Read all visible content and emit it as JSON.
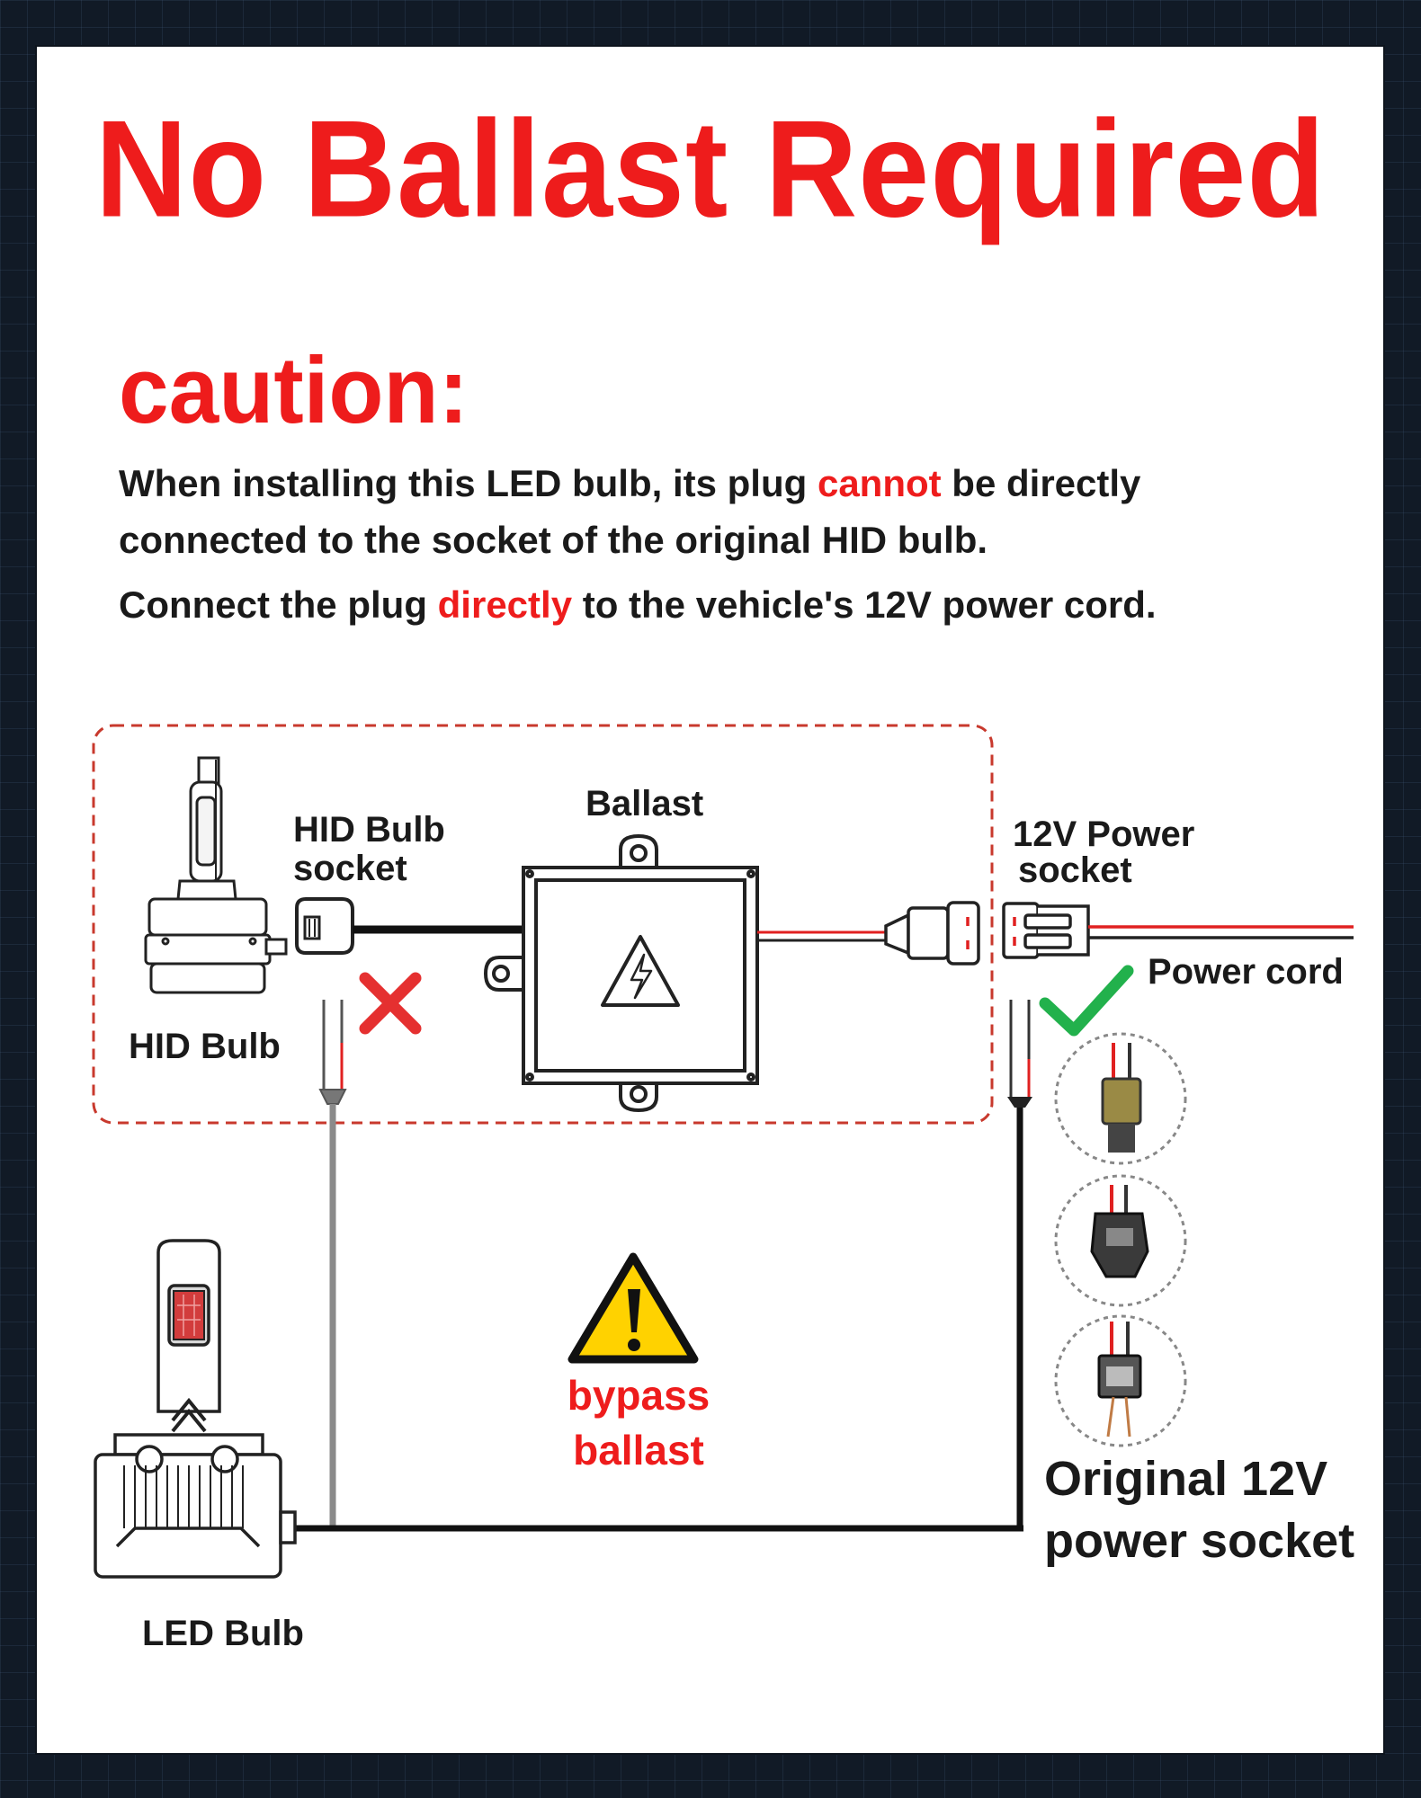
{
  "title": "No Ballast Required",
  "caution": {
    "heading": "caution:",
    "line1_a": "When installing this LED bulb, its plug ",
    "line1_red": "cannot",
    "line1_b": " be directly",
    "line2": "connected to the socket of the original HID bulb.",
    "line3_a": "Connect the plug ",
    "line3_red": "directly",
    "line3_b": " to the vehicle's 12V power cord."
  },
  "labels": {
    "ballast": "Ballast",
    "hid_socket_1": "HID Bulb",
    "hid_socket_2": "socket",
    "power_socket_1": "12V Power",
    "power_socket_2": "socket",
    "power_cord": "Power cord",
    "hid_bulb": "HID Bulb",
    "led_bulb": "LED Bulb",
    "bypass_1": "bypass",
    "bypass_2": "ballast",
    "original_1": "Original 12V",
    "original_2": "power socket"
  },
  "colors": {
    "title_red": "#ee1c1c",
    "wire_red": "#e02020",
    "check_green": "#22b14c",
    "cross_red": "#e53030",
    "warning_yellow": "#ffd200"
  },
  "icons": [
    "hid-bulb-icon",
    "led-bulb-icon",
    "ballast-box-icon",
    "high-voltage-icon",
    "warning-icon",
    "cross-mark-icon",
    "check-mark-icon",
    "connector-photo-icon"
  ]
}
